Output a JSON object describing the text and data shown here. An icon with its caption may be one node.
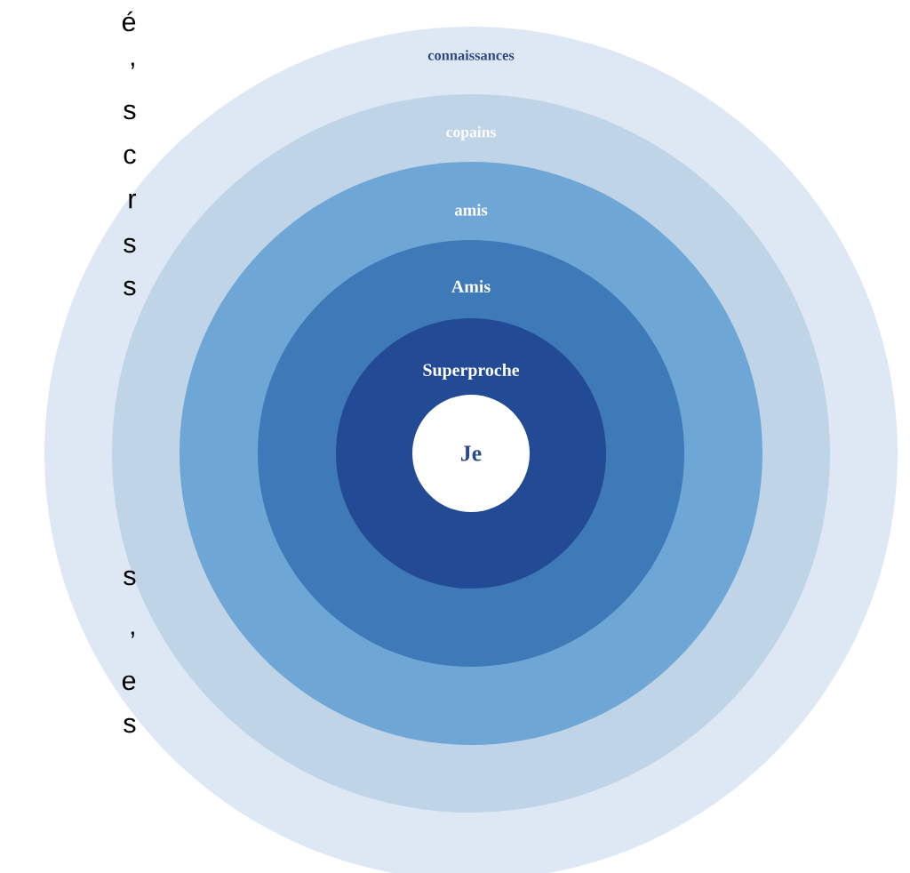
{
  "diagram": {
    "nodes": [
      {
        "text": [
          "connaissances"
        ]
      },
      {
        "text": [
          "copains"
        ],
        "in": 0
      },
      {
        "text": [
          "amis"
        ],
        "in": 1
      },
      {
        "text": [
          "Amis"
        ],
        "in": 2
      },
      {
        "text": [
          "Superproche"
        ],
        "in": 3
      },
      {
        "text": [
          "Je"
        ],
        "in": 4
      }
    ],
    "labels": [
      "é",
      ",",
      "s",
      "c",
      "r",
      "s",
      "s",
      "s",
      ",",
      "e",
      "s"
    ]
  }
}
